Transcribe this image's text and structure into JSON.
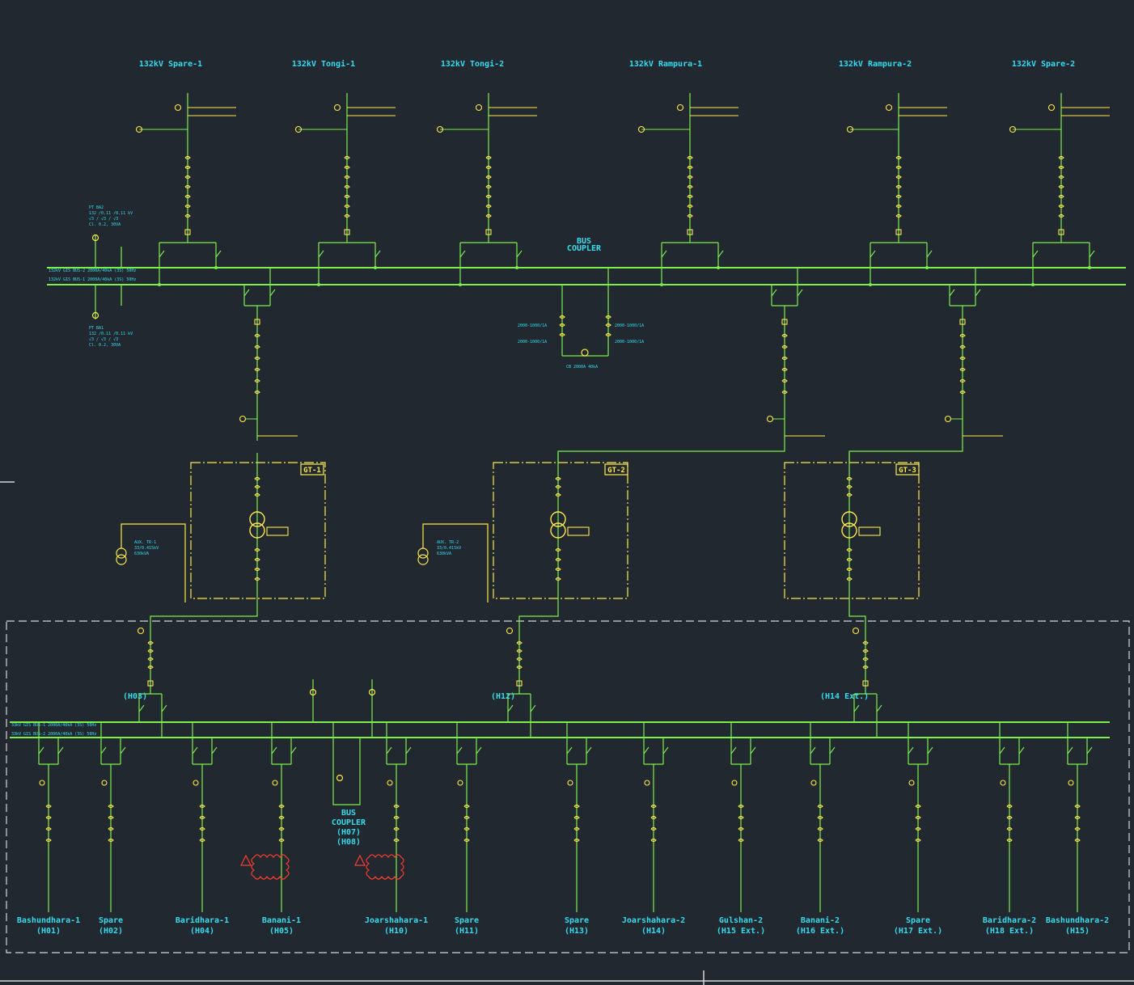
{
  "colors": {
    "background": "#212830",
    "busbar": "#7cf04a",
    "equipment": "#ffe84a",
    "text": "#35dcef",
    "highlight": "#ff3b30",
    "frame": "#d6d6d6"
  },
  "hv": {
    "feeders": [
      "132kV Spare-1",
      "132kV Tongi-1",
      "132kV Tongi-2",
      "132kV Rampura-1",
      "132kV Rampura-2",
      "132kV Spare-2"
    ],
    "bus_coupler": [
      "BUS",
      "COUPLER"
    ]
  },
  "transformers": [
    "GT-1",
    "GT-2",
    "GT-3"
  ],
  "mv": {
    "incomers": [
      "(H03)",
      "(H12)",
      "(H14 Ext.)"
    ],
    "bus_coupler": [
      "BUS",
      "COUPLER",
      "(H07)",
      "(H08)"
    ],
    "feeders": [
      {
        "name": "Bashundhara-1",
        "code": "(H01)"
      },
      {
        "name": "Spare",
        "code": "(H02)"
      },
      {
        "name": "Baridhara-1",
        "code": "(H04)"
      },
      {
        "name": "Banani-1",
        "code": "(H05)"
      },
      {
        "name": "Joarshahara-1",
        "code": "(H10)"
      },
      {
        "name": "Spare",
        "code": "(H11)"
      },
      {
        "name": "Spare",
        "code": "(H13)"
      },
      {
        "name": "Joarshahara-2",
        "code": "(H14)"
      },
      {
        "name": "Gulshan-2",
        "code": "(H15 Ext.)"
      },
      {
        "name": "Banani-2",
        "code": "(H16 Ext.)"
      },
      {
        "name": "Spare",
        "code": "(H17 Ext.)"
      },
      {
        "name": "Baridhara-2",
        "code": "(H18 Ext.)"
      },
      {
        "name": "Bashundhara-2",
        "code": "(H15)"
      }
    ]
  }
}
